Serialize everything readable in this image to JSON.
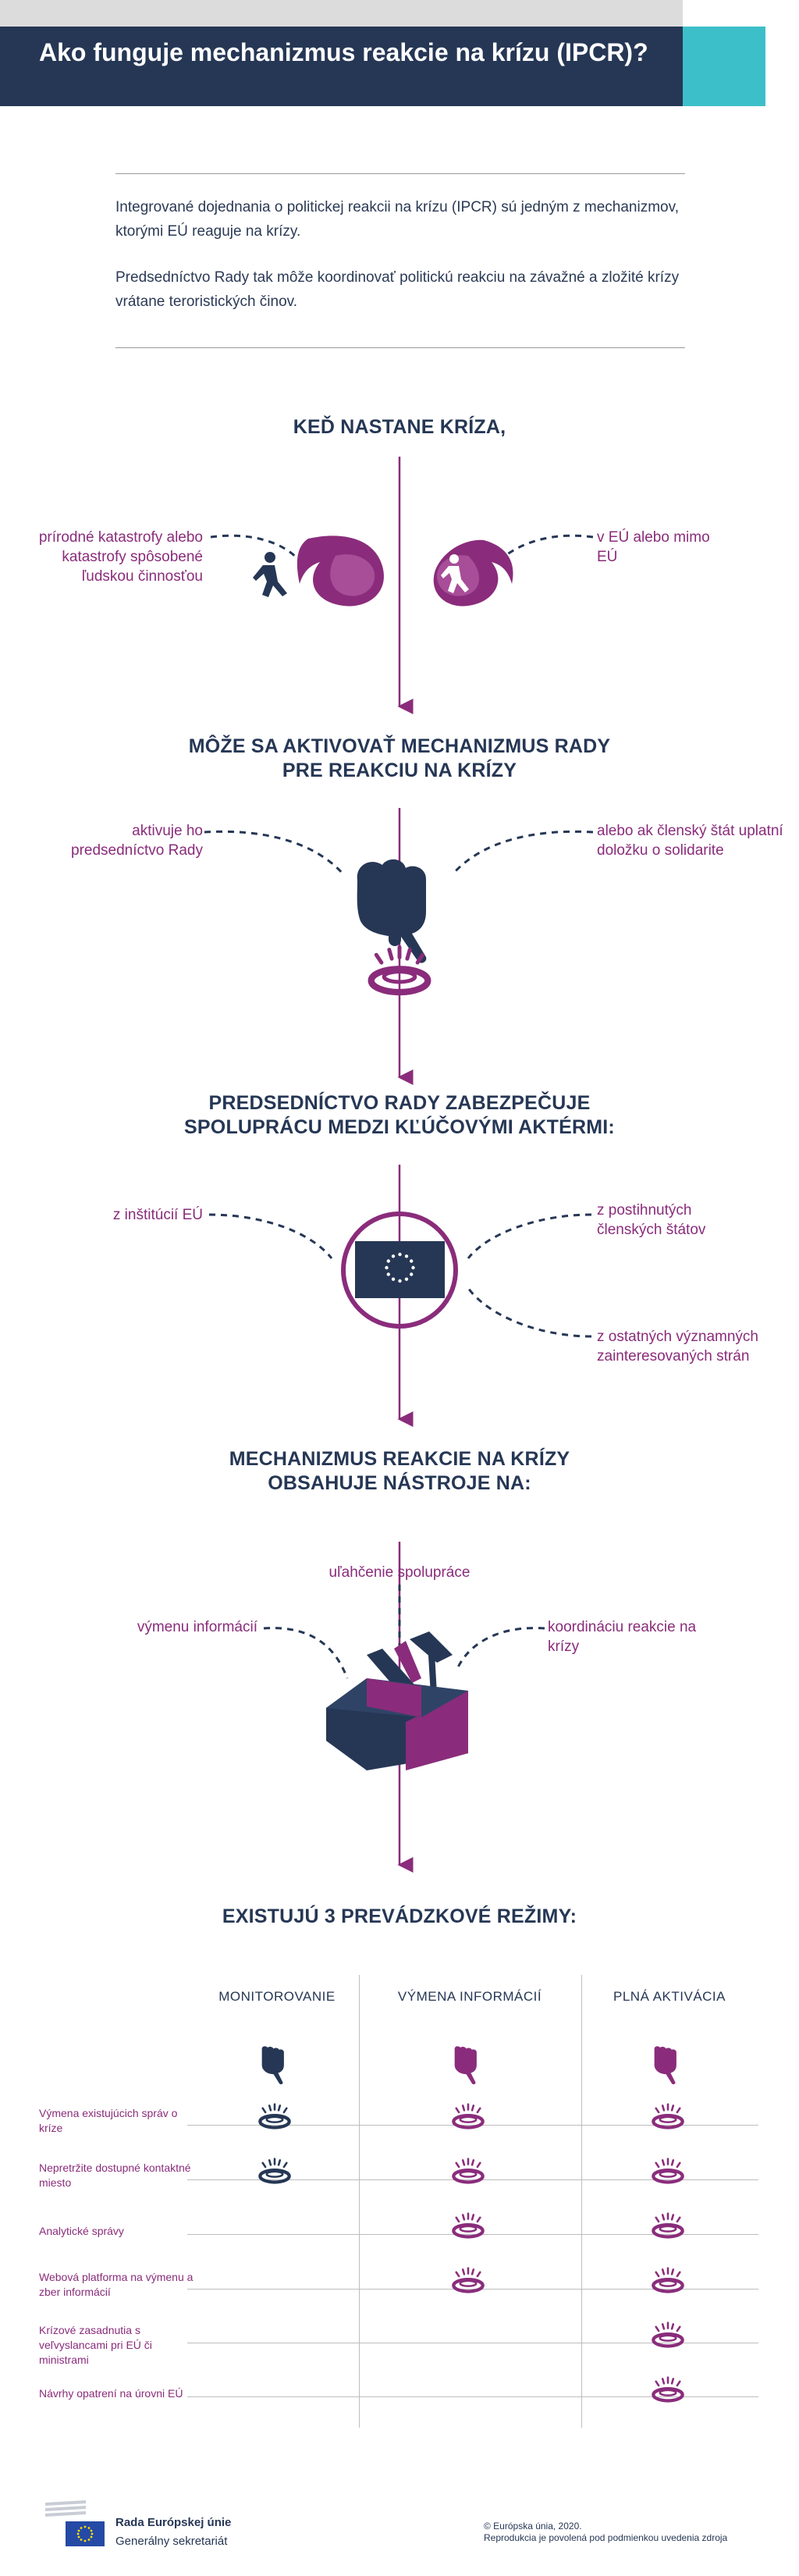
{
  "header": {
    "title": "Ako funguje mechanizmus reakcie na krízu (IPCR)?"
  },
  "intro": {
    "p1": "Integrované dojednania o politickej reakcii na krízu (IPCR) sú jedným z mechanizmov, ktorými EÚ reaguje na krízy.",
    "p2": "Predsedníctvo Rady tak môže koordinovať politickú reakciu na závažné a zložité krízy vrátane teroristických činov."
  },
  "section1": {
    "heading": "KEĎ NASTANE KRÍZA,",
    "left_label": "prírodné katastrofy alebo katastrofy spôsobené ľudskou činnosťou",
    "right_label": "v EÚ alebo mimo EÚ"
  },
  "section2": {
    "heading": "MÔŽE SA AKTIVOVAŤ MECHANIZMUS RADY PRE REAKCIU NA KRÍZY",
    "left_label": "aktivuje ho predsedníctvo Rady",
    "right_label": "alebo ak členský štát uplatní doložku o solidarite"
  },
  "section3": {
    "heading": "PREDSEDNÍCTVO RADY ZABEZPEČUJE SPOLUPRÁCU MEDZI KĽÚČOVÝMI AKTÉRMI:",
    "left_label": "z inštitúcií EÚ",
    "right_top_label": "z postihnutých členských štátov",
    "right_bottom_label": "z ostatných významných zainteresovaných strán"
  },
  "section4": {
    "heading": "MECHANIZMUS REAKCIE NA KRÍZY OBSAHUJE NÁSTROJE NA:",
    "top_label": "uľahčenie spolupráce",
    "left_label": "výmenu informácií",
    "right_label": "koordináciu reakcie na krízy"
  },
  "section5": {
    "heading": "EXISTUJÚ 3 PREVÁDZKOVÉ REŽIMY:",
    "columns": [
      "MONITOROVANIE",
      "VÝMENA INFORMÁCIÍ",
      "PLNÁ AKTIVÁCIA"
    ],
    "rows": [
      {
        "label": "Výmena existujúcich správ o kríze",
        "marks": [
          true,
          true,
          true
        ]
      },
      {
        "label": "Nepretržite dostupné kontaktné miesto",
        "marks": [
          true,
          true,
          true
        ]
      },
      {
        "label": "Analytické správy",
        "marks": [
          false,
          true,
          true
        ]
      },
      {
        "label": "Webová platforma na výmenu a zber informácií",
        "marks": [
          false,
          true,
          true
        ]
      },
      {
        "label": "Krízové zasadnutia s veľvyslancami pri EÚ či ministrami",
        "marks": [
          false,
          false,
          true
        ]
      },
      {
        "label": "Návrhy opatrení na úrovni EÚ",
        "marks": [
          false,
          false,
          true
        ]
      }
    ]
  },
  "footer": {
    "org": "Rada Európskej únie",
    "sub": "Generálny sekretariát",
    "copy1": "© Európska únia, 2020.",
    "copy2": "Reprodukcia je povolená pod podmienkou uvedenia zdroja"
  },
  "colors": {
    "navy": "#263755",
    "purple": "#8a2c7b",
    "teal": "#3dbfc9"
  }
}
